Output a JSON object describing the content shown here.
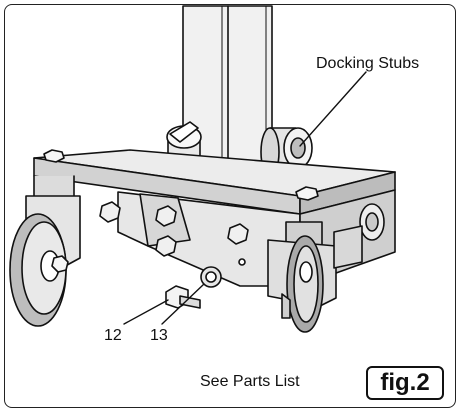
{
  "callouts": {
    "docking_stubs": "Docking Stubs",
    "part_12": "12",
    "part_13": "13"
  },
  "footer": {
    "see_parts_list": "See Parts List",
    "figure_label": "fig.2"
  },
  "colors": {
    "line": "#111111",
    "frame": "#222222",
    "shade_light": "#e9e9e9",
    "shade_mid": "#cfcfcf",
    "shade_dark": "#9a9a9a"
  }
}
